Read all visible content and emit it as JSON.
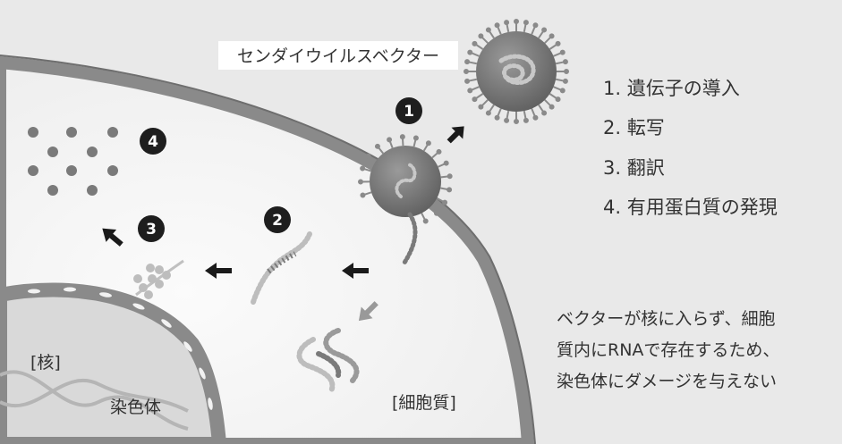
{
  "vector_label": "センダイウイルスベクター",
  "steps": [
    {
      "badge": "1",
      "text": "1. 遺伝子の導入"
    },
    {
      "badge": "2",
      "text": "2. 転写"
    },
    {
      "badge": "3",
      "text": "3. 翻訳"
    },
    {
      "badge": "4",
      "text": "4. 有用蛋白質の発現"
    }
  ],
  "note_lines": [
    "ベクターが核に入らず、細胞",
    "質内にRNAで存在するため、",
    "染色体にダメージを与えない"
  ],
  "nucleus_label": "[核]",
  "chromosome_label": "染色体",
  "cytoplasm_label": "[細胞質]",
  "colors": {
    "background": "#e9e9e9",
    "cytoplasm": "#f7f7f7",
    "membrane": "#8a8a8a",
    "nucleus": "#d7d7d7",
    "virus_body": "#7d7d7d",
    "badge": "#1e1e1e"
  }
}
